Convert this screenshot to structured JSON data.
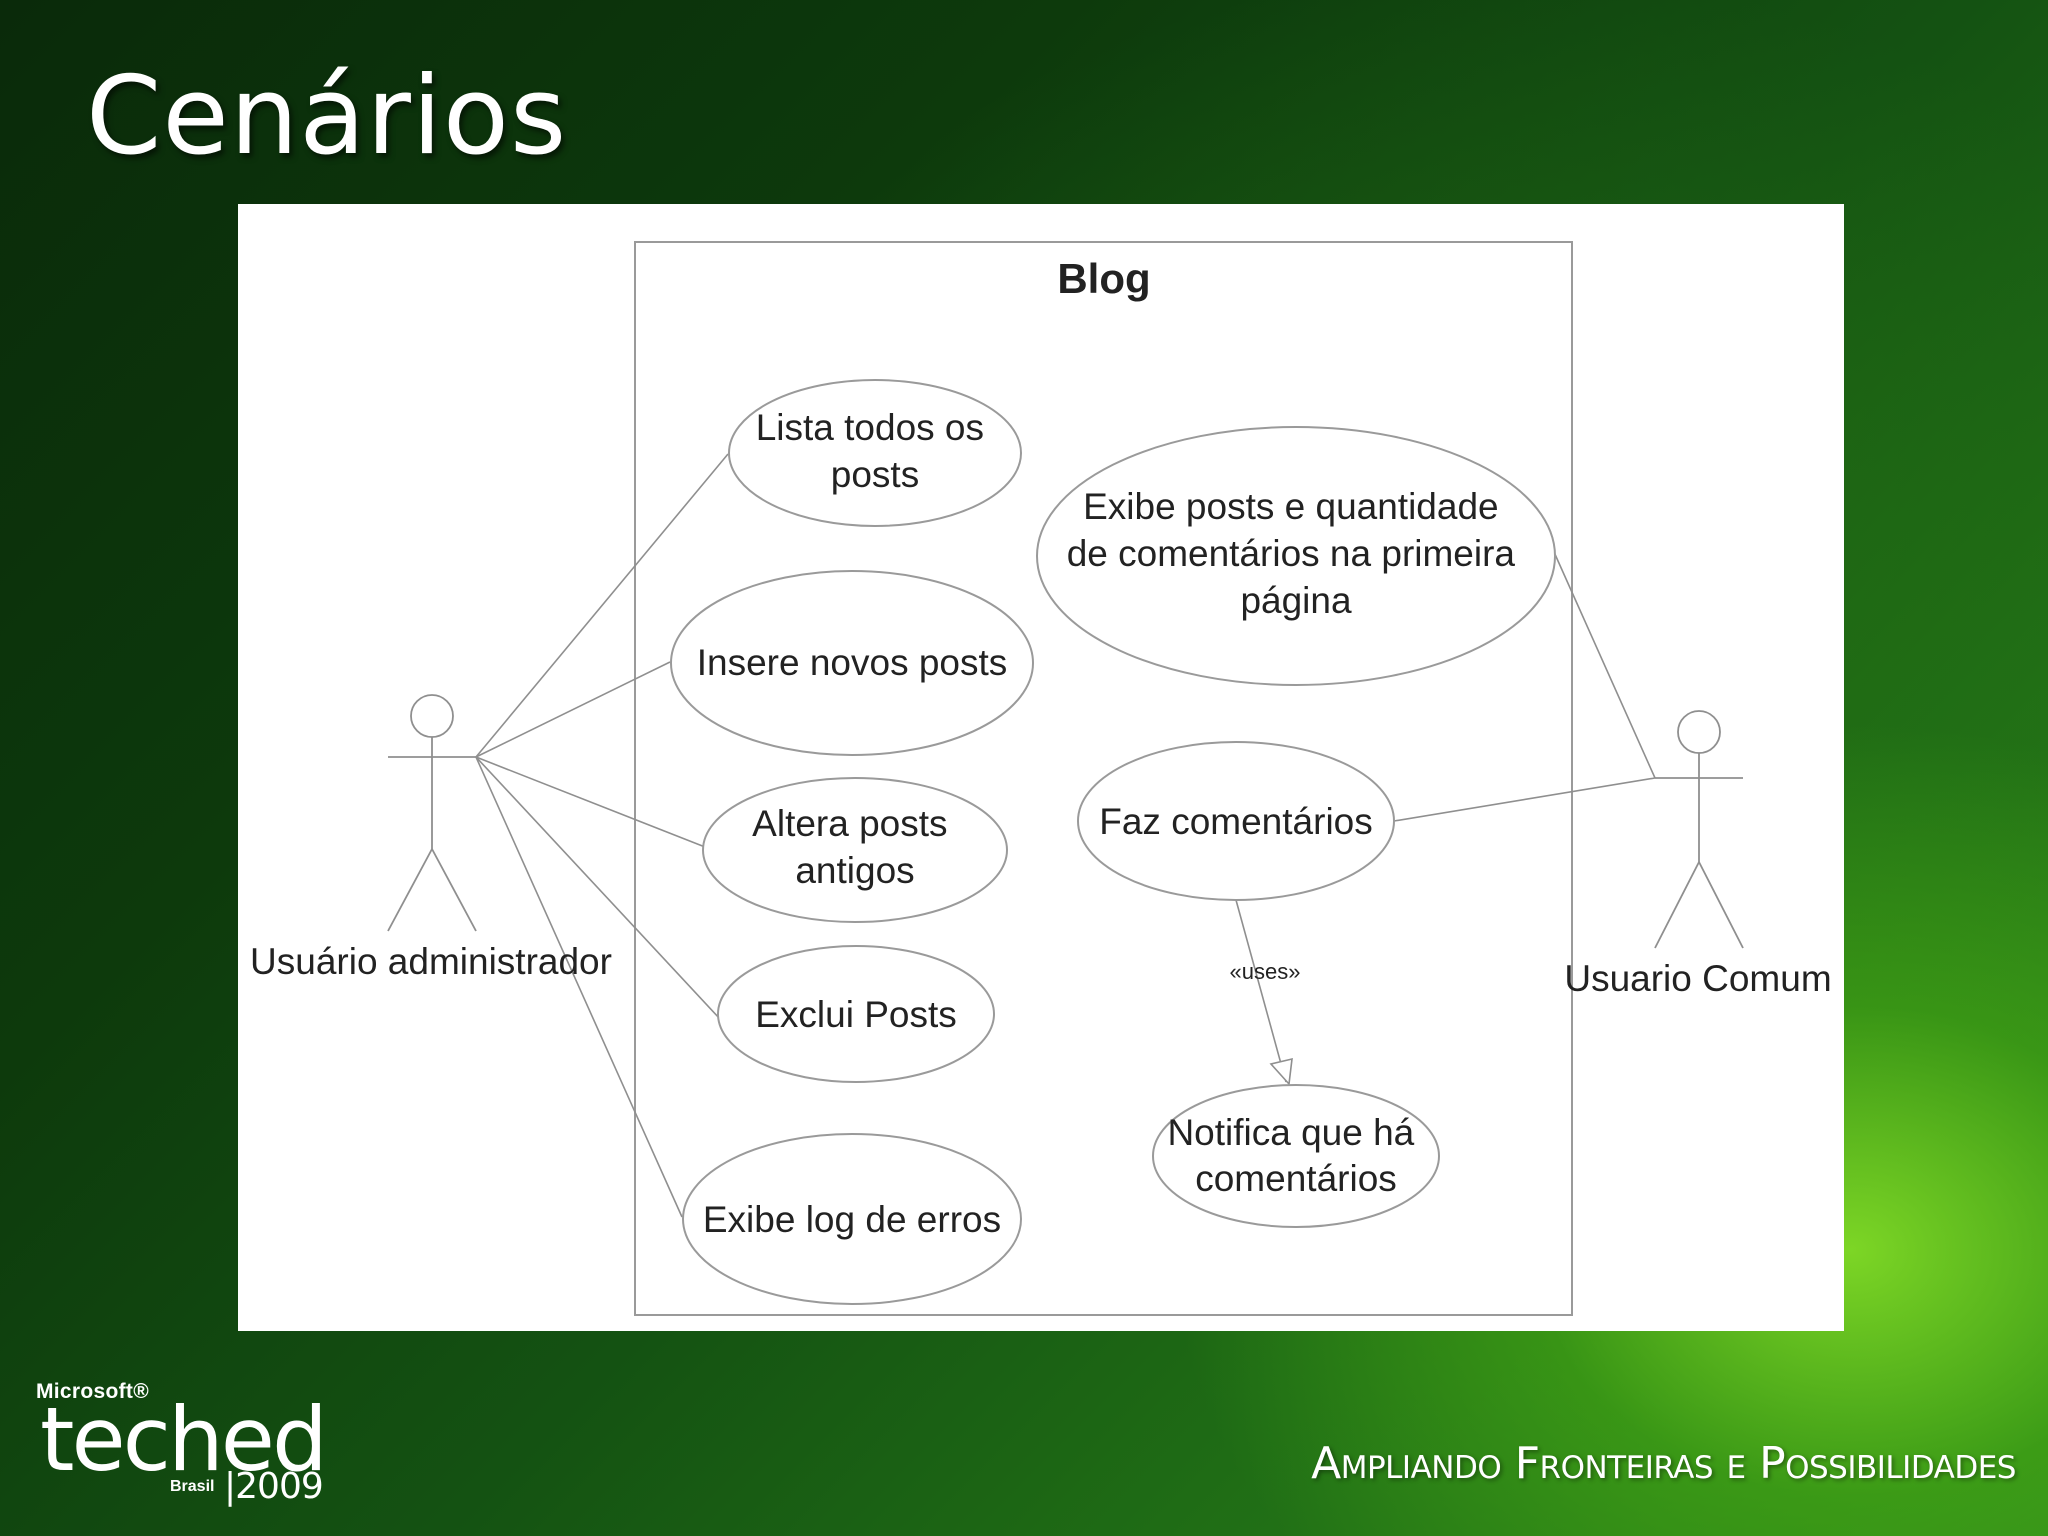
{
  "slide": {
    "title": "Cenários",
    "tagline": "Ampliando Fronteiras e Possibilidades"
  },
  "logo": {
    "microsoft": "Microsoft®",
    "teched": "teched",
    "brasil": "Brasil",
    "year": "|2009"
  },
  "diagram": {
    "boundary_title": "Blog",
    "actors": {
      "admin": "Usuário administrador",
      "comum": "Usuario Comum"
    },
    "use_cases": {
      "lista": [
        "Lista todos os",
        "posts"
      ],
      "insere": [
        "Insere novos posts"
      ],
      "altera": [
        "Altera posts",
        "antigos"
      ],
      "exclui": [
        "Exclui Posts"
      ],
      "log": [
        "Exibe log de erros"
      ],
      "exibe": [
        "Exibe posts e quantidade",
        "de comentários na primeira",
        "página"
      ],
      "faz": [
        "Faz comentários"
      ],
      "notifica": [
        "Notifica que há",
        "comentários"
      ]
    },
    "relation_label": "«uses»"
  }
}
